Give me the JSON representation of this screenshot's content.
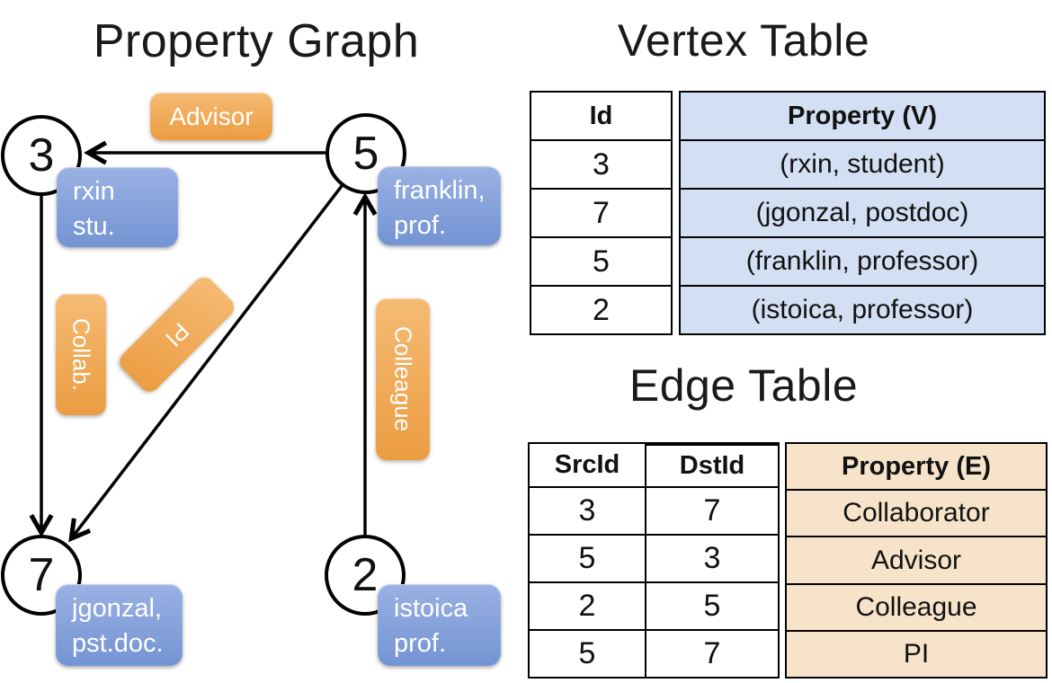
{
  "graph": {
    "title": "Property Graph",
    "nodes": [
      {
        "id": "3",
        "label_lines": [
          "rxin",
          "stu."
        ]
      },
      {
        "id": "5",
        "label_lines": [
          "franklin,",
          "prof."
        ]
      },
      {
        "id": "7",
        "label_lines": [
          "jgonzal,",
          "pst.doc."
        ]
      },
      {
        "id": "2",
        "label_lines": [
          "istoica",
          "prof."
        ]
      }
    ],
    "edge_labels": {
      "advisor": "Advisor",
      "collab": "Collab.",
      "pi": "PI",
      "colleague": "Colleague"
    },
    "edges": [
      {
        "src": "5",
        "dst": "3",
        "label": "Advisor"
      },
      {
        "src": "3",
        "dst": "7",
        "label": "Collab."
      },
      {
        "src": "5",
        "dst": "7",
        "label": "PI"
      },
      {
        "src": "2",
        "dst": "5",
        "label": "Colleague"
      }
    ]
  },
  "vertex_table": {
    "title": "Vertex Table",
    "columns": [
      "Id",
      "Property (V)"
    ],
    "rows": [
      [
        "3",
        "(rxin, student)"
      ],
      [
        "7",
        "(jgonzal, postdoc)"
      ],
      [
        "5",
        "(franklin, professor)"
      ],
      [
        "2",
        "(istoica, professor)"
      ]
    ]
  },
  "edge_table": {
    "title": "Edge Table",
    "columns": [
      "SrcId",
      "DstId",
      "Property (E)"
    ],
    "rows": [
      [
        "3",
        "7",
        "Collaborator"
      ],
      [
        "5",
        "3",
        "Advisor"
      ],
      [
        "2",
        "5",
        "Colleague"
      ],
      [
        "5",
        "7",
        "PI"
      ]
    ]
  },
  "colors": {
    "edge_label_orange": "#eda04c",
    "vertex_label_blue": "#7e9dd8",
    "vertex_property_bg": "#d3dff2",
    "edge_property_bg": "#f7e3c9",
    "line_color": "#000000"
  }
}
